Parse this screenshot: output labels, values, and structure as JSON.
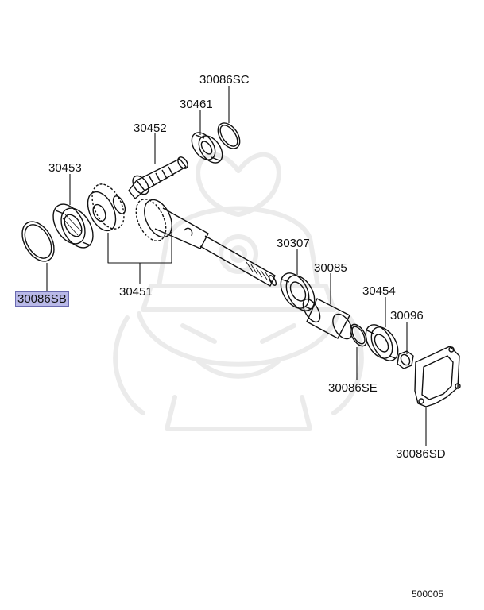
{
  "diagram": {
    "labels": {
      "p30086SC": "30086SC",
      "p30461": "30461",
      "p30452": "30452",
      "p30453": "30453",
      "p30086SB": "30086SB",
      "p30451": "30451",
      "p30307": "30307",
      "p30085": "30085",
      "p30454": "30454",
      "p30096": "30096",
      "p30086SE": "30086SE",
      "p30086SD": "30086SD"
    },
    "highlighted_part": "30086SB",
    "figure_code": "500005",
    "colors": {
      "line": "#111111",
      "highlight": "#b9b9e8",
      "watermark": "#ececec"
    }
  }
}
